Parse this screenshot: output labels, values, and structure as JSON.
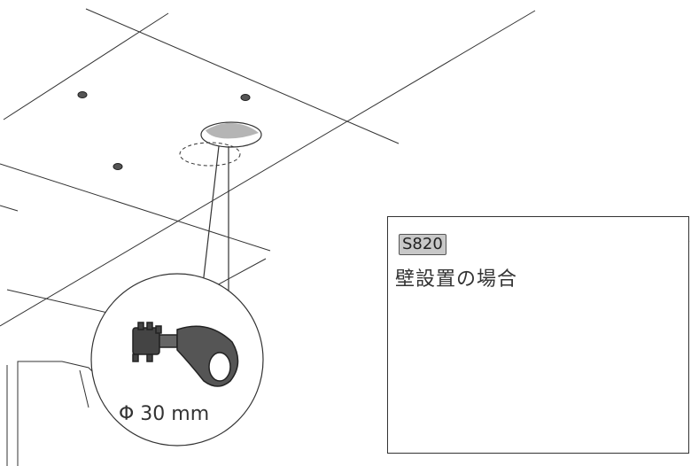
{
  "main_view": {
    "hole_label": "Φ 30 mm"
  },
  "inset": {
    "model_badge": "S820",
    "caption": "壁設置の場合"
  },
  "colors": {
    "line": "#333333",
    "hole_fill": "#b5b5b5",
    "badge_fill": "#c8c8c8"
  }
}
